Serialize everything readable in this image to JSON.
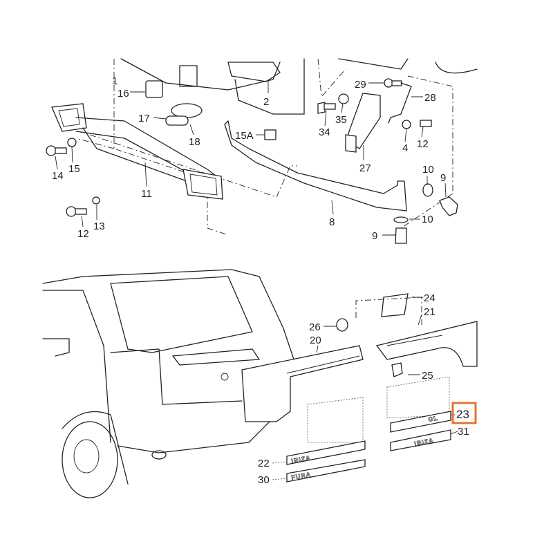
{
  "diagram": {
    "title": "Rear bumper and side trim parts",
    "highlight_color": "#e8742a",
    "callouts": {
      "c1": "1",
      "c2": "2",
      "c16": "16",
      "c17": "17",
      "c18": "18",
      "c15A": "15A",
      "c29": "29",
      "c28": "28",
      "c35": "35",
      "c34": "34",
      "c27": "27",
      "c4": "4",
      "c12a": "12",
      "c14": "14",
      "c15": "15",
      "c11": "11",
      "c10a": "10",
      "c9a": "9",
      "c8": "8",
      "c10b": "10",
      "c9b": "9",
      "c12b": "12",
      "c13": "13",
      "c24": "24",
      "c21": "21",
      "c26": "26",
      "c20": "20",
      "c25": "25",
      "c23": "23",
      "c31": "31",
      "c22": "22",
      "c30": "30"
    },
    "emblems": {
      "ibiza": "IBIZA",
      "gl": "GL",
      "fura": "FURA"
    }
  }
}
